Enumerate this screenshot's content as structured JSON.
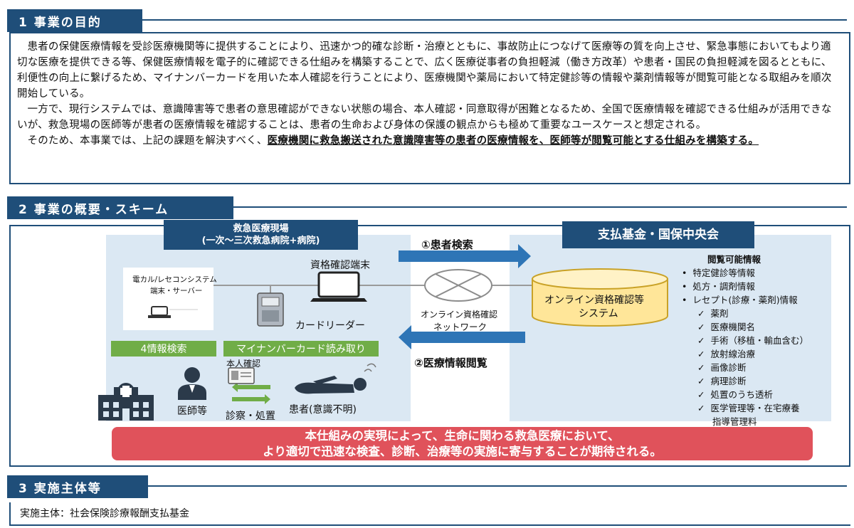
{
  "section1": {
    "heading": "1 事業の目的",
    "para1": "患者の保健医療情報を受診医療機関等に提供することにより、迅速かつ的確な診断・治療とともに、事故防止につなげて医療等の質を向上させ、緊急事態においてもより適切な医療を提供できる等、保健医療情報を電子的に確認できる仕組みを構築することで、広く医療従事者の負担軽減（働き方改革）や患者・国民の負担軽減を図るとともに、利便性の向上に繋げるため、マイナンバーカードを用いた本人確認を行うことにより、医療機関や薬局において特定健診等の情報や薬剤情報等が閲覧可能となる取組みを順次開始している。",
    "para2": "一方で、現行システムでは、意識障害等で患者の意思確認ができない状態の場合、本人確認・同意取得が困難となるため、全国で医療情報を確認できる仕組みが活用できないが、救急現場の医師等が患者の医療情報を確認することは、患者の生命および身体の保護の観点からも極めて重要なユースケースと想定される。",
    "para3_plain": "そのため、本事業では、上記の課題を解決すべく、",
    "para3_emph": "医療機関に救急搬送された意識障害等の患者の医療情報を、医師等が閲覧可能とする仕組みを構築する。"
  },
  "section2": {
    "heading": "2 事業の概要・スキーム",
    "left_title_line1": "救急医療現場",
    "left_title_line2": "(一次～三次救急病院+病院)",
    "right_title": "支払基金・国保中央会",
    "arrow_top": "①患者検索",
    "arrow_bottom": "②医療情報閲覧",
    "network_line1": "オンライン資格確認",
    "network_line2": "ネットワーク",
    "terminal_label": "資格確認端末",
    "system_box_line1": "電カル/レセコンシステム",
    "system_box_line2": "端末・サーバー",
    "card_reader_label": "カードリーダー",
    "green_left": "4情報検索",
    "green_right": "マイナンバーカード読み取り",
    "identity_label": "本人確認",
    "doctor_label": "医師等",
    "exam_label": "診察・処置",
    "patient_label": "患者(意識不明)",
    "db_line1": "オンライン資格確認等",
    "db_line2": "システム",
    "info_title": "閲覧可能情報",
    "info_bullets": [
      "特定健診等情報",
      "処方・調剤情報",
      "レセプト(診療・薬剤)情報"
    ],
    "info_checks": [
      "薬剤",
      "医療機関名",
      "手術（移植・輸血含む）",
      "放射線治療",
      "画像診断",
      "病理診断",
      "処置のうち透析",
      "医学管理等・在宅療養"
    ],
    "info_check_last_cont": "指導管理料",
    "banner_line1": "本仕組みの実現によって、生命に関わる救急医療において、",
    "banner_line2": "より適切で迅速な検査、診断、治療等の実施に寄与することが期待される。",
    "colors": {
      "navy": "#1f4e79",
      "panel": "#dbe8f3",
      "green": "#70ad47",
      "arrow": "#2e75b6",
      "banner": "#e0525b",
      "db": "#ffe699"
    }
  },
  "section3": {
    "heading": "3 実施主体等",
    "body": "実施主体：社会保険診療報酬支払基金"
  }
}
